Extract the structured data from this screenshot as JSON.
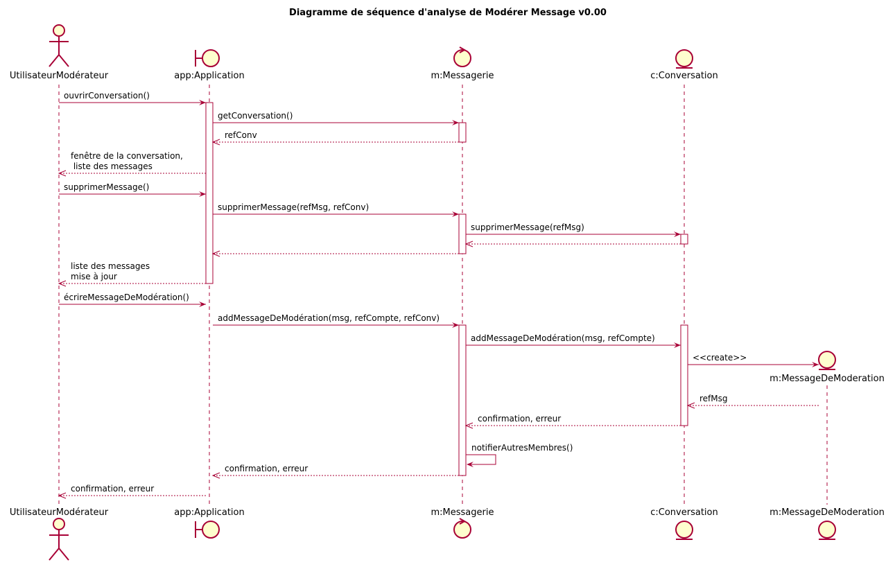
{
  "title": "Diagramme de séquence d'analyse de Modérer Message v0.00",
  "participants": [
    {
      "id": "user",
      "label": "UtilisateurModérateur",
      "kind": "actor"
    },
    {
      "id": "app",
      "label": "app:Application",
      "kind": "boundary"
    },
    {
      "id": "msgr",
      "label": "m:Messagerie",
      "kind": "control"
    },
    {
      "id": "conv",
      "label": "c:Conversation",
      "kind": "entity"
    },
    {
      "id": "mdm",
      "label": "m:MessageDeModeration",
      "kind": "entity",
      "created": true
    }
  ],
  "messages": [
    {
      "label": [
        "ouvrirConversation()"
      ],
      "from": "user",
      "to": "app",
      "type": "call"
    },
    {
      "label": [
        "getConversation()"
      ],
      "from": "app",
      "to": "msgr",
      "type": "call"
    },
    {
      "label": [
        "refConv"
      ],
      "from": "msgr",
      "to": "app",
      "type": "return"
    },
    {
      "label": [
        "fenêtre de la conversation,",
        " liste des messages"
      ],
      "from": "app",
      "to": "user",
      "type": "return"
    },
    {
      "label": [
        "supprimerMessage()"
      ],
      "from": "user",
      "to": "app",
      "type": "call"
    },
    {
      "label": [
        "supprimerMessage(refMsg, refConv)"
      ],
      "from": "app",
      "to": "msgr",
      "type": "call"
    },
    {
      "label": [
        "supprimerMessage(refMsg)"
      ],
      "from": "msgr",
      "to": "conv",
      "type": "call"
    },
    {
      "label": [],
      "from": "conv",
      "to": "msgr",
      "type": "return"
    },
    {
      "label": [],
      "from": "msgr",
      "to": "app",
      "type": "return"
    },
    {
      "label": [
        "liste des messages",
        "mise à jour"
      ],
      "from": "app",
      "to": "user",
      "type": "return"
    },
    {
      "label": [
        "écrireMessageDeModération()"
      ],
      "from": "user",
      "to": "app",
      "type": "call"
    },
    {
      "label": [
        "addMessageDeModération(msg, refCompte, refConv)"
      ],
      "from": "app",
      "to": "msgr",
      "type": "call"
    },
    {
      "label": [
        "addMessageDeModération(msg, refCompte)"
      ],
      "from": "msgr",
      "to": "conv",
      "type": "call"
    },
    {
      "label": [
        "<<create>>"
      ],
      "from": "conv",
      "to": "mdm",
      "type": "create"
    },
    {
      "label": [
        "refMsg"
      ],
      "from": "mdm",
      "to": "conv",
      "type": "return"
    },
    {
      "label": [
        "confirmation, erreur"
      ],
      "from": "conv",
      "to": "msgr",
      "type": "return"
    },
    {
      "label": [
        "notifierAutresMembres()"
      ],
      "from": "msgr",
      "to": "msgr",
      "type": "self"
    },
    {
      "label": [
        "confirmation, erreur"
      ],
      "from": "msgr",
      "to": "app",
      "type": "return"
    },
    {
      "label": [
        "confirmation, erreur"
      ],
      "from": "app",
      "to": "user",
      "type": "return"
    }
  ],
  "colors": {
    "line": "#A80036",
    "fill": "#FEFECE",
    "text": "#000000"
  }
}
